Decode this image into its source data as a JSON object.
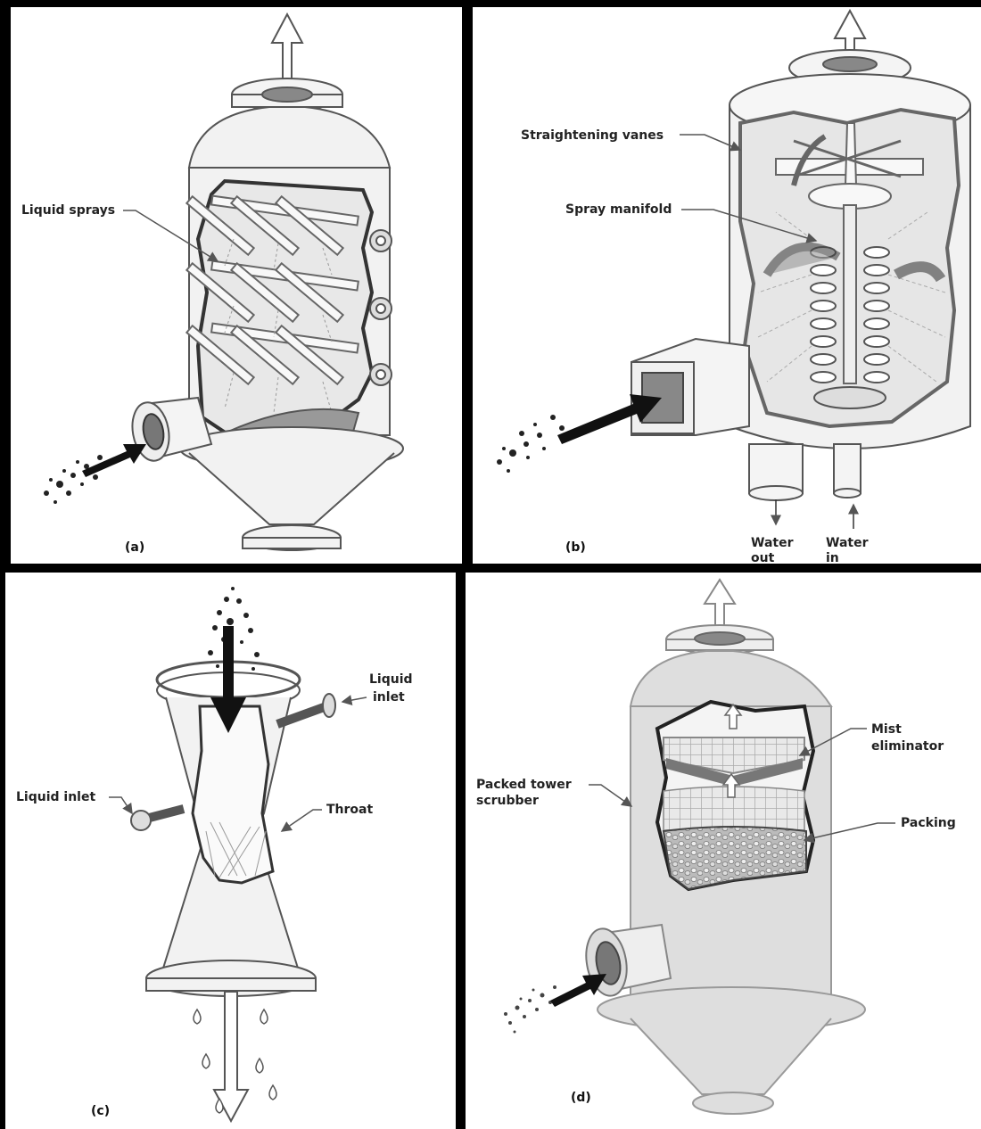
{
  "panels": [
    {
      "id": "a",
      "caption": "(a)",
      "labels": {
        "liquid_sprays": "Liquid sprays"
      }
    },
    {
      "id": "b",
      "caption": "(b)",
      "labels": {
        "straightening_vanes": "Straightening vanes",
        "spray_manifold": "Spray manifold",
        "water_out_1": "Water",
        "water_out_2": "out",
        "water_in_1": "Water",
        "water_in_2": "in"
      }
    },
    {
      "id": "c",
      "caption": "(c)",
      "labels": {
        "liquid_inlet_right_1": "Liquid",
        "liquid_inlet_right_2": "inlet",
        "liquid_inlet_left": "Liquid inlet",
        "throat": "Throat"
      }
    },
    {
      "id": "d",
      "caption": "(d)",
      "labels": {
        "mist_eliminator_1": "Mist",
        "mist_eliminator_2": "eliminator",
        "packed_tower_1": "Packed tower",
        "packed_tower_2": "scrubber",
        "packing": "Packing"
      }
    }
  ],
  "colors": {
    "line": "#555555",
    "vessel": "#f2f2f2",
    "packed_vessel": "#dedede",
    "dark": "#111111"
  }
}
